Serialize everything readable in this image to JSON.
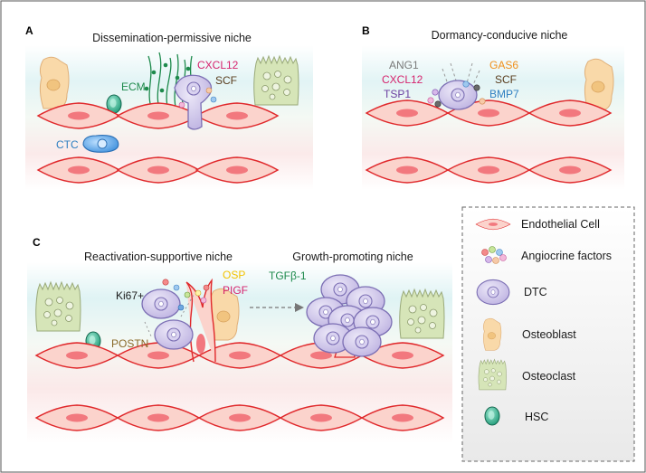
{
  "panels": {
    "a": {
      "label": "A",
      "title": "Dissemination-permissive niche",
      "factors": [
        {
          "text": "CXCL12",
          "color": "#d6246e"
        },
        {
          "text": "SCF",
          "color": "#5a3d1e"
        },
        {
          "text": "ECM",
          "color": "#1e8a4c"
        },
        {
          "text": "CTC",
          "color": "#2f7fc1"
        }
      ]
    },
    "b": {
      "label": "B",
      "title": "Dormancy-conducive niche",
      "factors": [
        {
          "text": "ANG1",
          "color": "#7a7a7a"
        },
        {
          "text": "CXCL12",
          "color": "#d6246e"
        },
        {
          "text": "TSP1",
          "color": "#6b3fa0"
        },
        {
          "text": "GAS6",
          "color": "#f0901c"
        },
        {
          "text": "SCF",
          "color": "#5a3d1e"
        },
        {
          "text": "BMP7",
          "color": "#2f7fc1"
        }
      ]
    },
    "c": {
      "label": "C",
      "title_left": "Reactivation-supportive niche",
      "title_right": "Growth-promoting niche",
      "factors": [
        {
          "text": "Ki67+",
          "color": "#1a1a1a"
        },
        {
          "text": "POSTN",
          "color": "#8a6a2a"
        },
        {
          "text": "OSP",
          "color": "#f2c200"
        },
        {
          "text": "PIGF",
          "color": "#d6246e"
        },
        {
          "text": "TGFβ-1",
          "color": "#1e8a4c"
        }
      ]
    }
  },
  "legend": {
    "items": [
      {
        "label": "Endothelial Cell",
        "icon": "endothelial-cell-icon"
      },
      {
        "label": "Angiocrine factors",
        "icon": "angiocrine-factors-icon"
      },
      {
        "label": "DTC",
        "icon": "dtc-icon"
      },
      {
        "label": "Osteoblast",
        "icon": "osteoblast-icon"
      },
      {
        "label": "Osteoclast",
        "icon": "osteoclast-icon"
      },
      {
        "label": "HSC",
        "icon": "hsc-icon"
      }
    ]
  },
  "colors": {
    "endothelial_fill": "#fbd3cc",
    "endothelial_stroke": "#e0282b",
    "dtc_fill": "#cfc6ea",
    "dtc_stroke": "#7c6fb4",
    "osteoblast_fill": "#f9d9a9",
    "osteoclast_fill": "#d6e5b8",
    "hsc_fill": "#2fb391",
    "ctc_fill": "#4f9be0"
  }
}
